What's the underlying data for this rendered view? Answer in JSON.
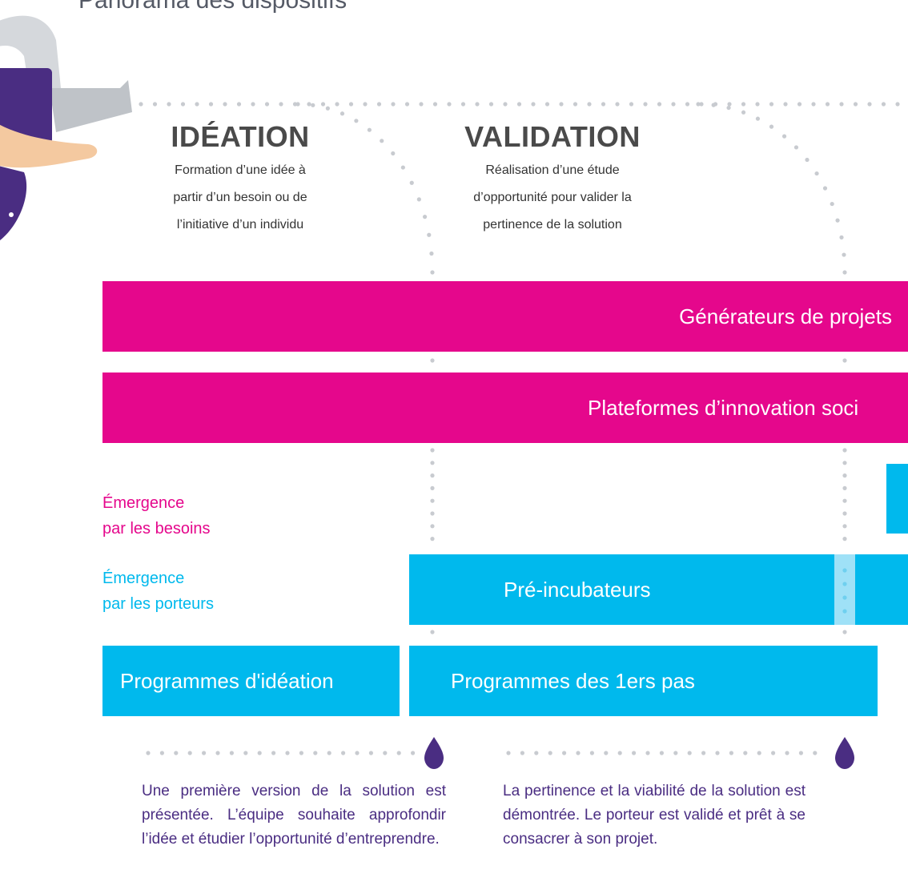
{
  "title": "Panorama des dispositifs",
  "phases": [
    {
      "title": "IDÉATION",
      "desc": [
        "Formation d’une idée à",
        "partir d’un besoin ou de",
        "l’initiative d’un individu"
      ]
    },
    {
      "title": "VALIDATION",
      "desc": [
        "Réalisation d’une étude",
        "d’opportunité pour valider la",
        "pertinence de la solution"
      ]
    }
  ],
  "bars": {
    "generateurs": "Générateurs de projets",
    "plateformes": "Plateformes d’innovation soci",
    "pre_incubateurs": "Pré-incubateurs",
    "programmes_ideation": "Programmes d'idéation",
    "programmes_1ers_pas": "Programmes des 1ers pas"
  },
  "legend": {
    "besoins": [
      "Émergence",
      "par les besoins"
    ],
    "porteurs": [
      "Émergence",
      "par les porteurs"
    ]
  },
  "outcomes": [
    "Une première version de la solution est présentée. L’équipe souhaite approfondir l’idée et étudier l’opportunité d’entreprendre.",
    "La pertinence et la viabilité de la solution est démontrée. Le porteur est validé et prêt à se consacrer à son projet."
  ],
  "colors": {
    "magenta": "#e5078c",
    "cyan": "#00b9ed",
    "purple": "#4a2d82",
    "dots": "#c8cbd0"
  }
}
